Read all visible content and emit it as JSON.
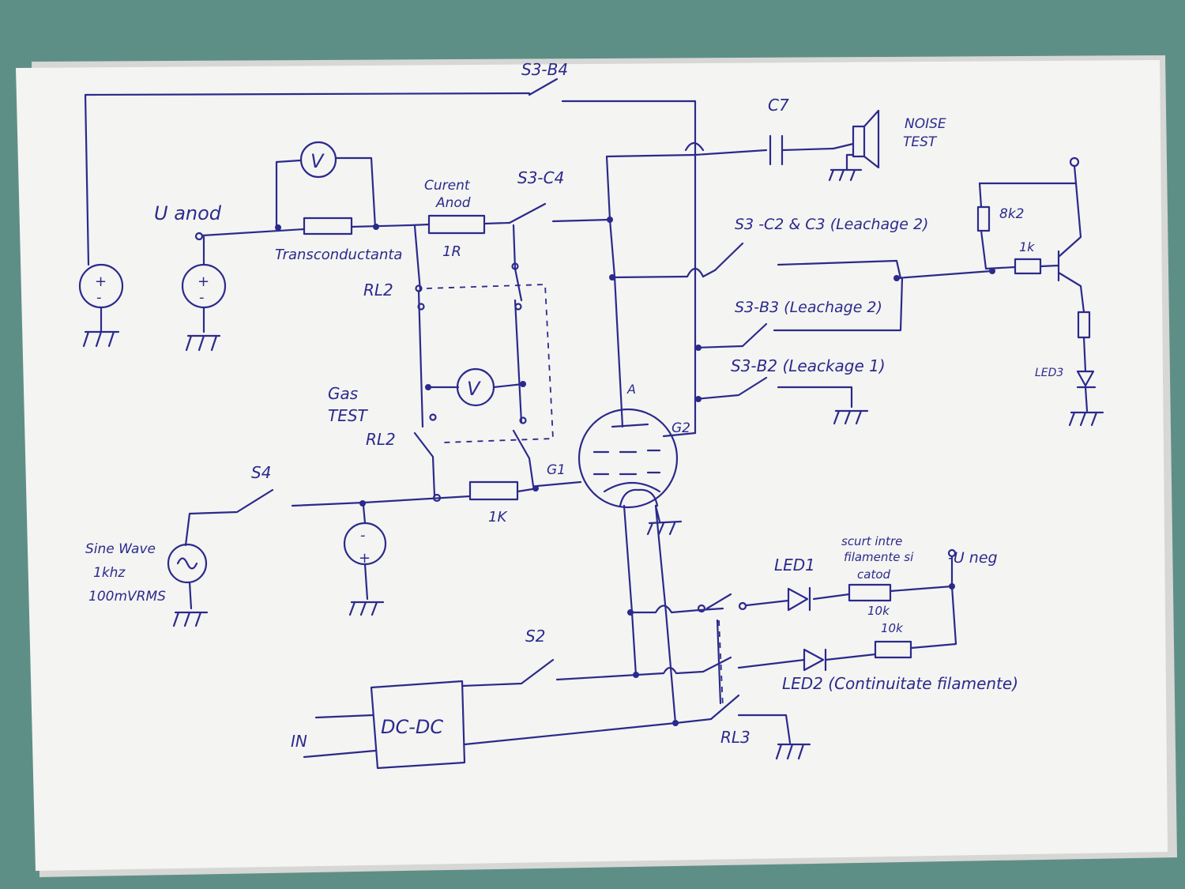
{
  "labels": {
    "s3_b4": "S3-B4",
    "c7": "C7",
    "noise_test": [
      "NOISE",
      "TEST"
    ],
    "u_anod": "U anod",
    "transconductanta": "Transconductanta",
    "curent_anod": [
      "Curent",
      "Anod"
    ],
    "r_1r": "1R",
    "s3_c4": "S3-C4",
    "s3_c2_c3": "S3 -C2 & C3 (Leachage 2)",
    "r_8k2": "8k2",
    "r_1k_top": "1k",
    "rl2_top": "RL2",
    "s3_b3": "S3-B3 (Leachage 2)",
    "s3_b2": "S3-B2  (Leackage 1)",
    "led3": "LED3",
    "gas_test": [
      "Gas",
      "TEST"
    ],
    "rl2_bottom": "RL2",
    "anode": "A",
    "g2": "G2",
    "g1": "G1",
    "s4": "S4",
    "r_1k_grid": "1K",
    "sine_wave": [
      "Sine Wave",
      "1khz",
      "100mVRMS"
    ],
    "led1_note": [
      "LED1",
      "scurt intre",
      "filamente si",
      "catod"
    ],
    "u_neg": "-U neg",
    "r_10k_a": "10k",
    "r_10k_b": "10k",
    "s2": "S2",
    "led2_note": "LED2 (Continuitate filamente)",
    "in": "IN",
    "dcdc": "DC-DC",
    "rl3": "RL3"
  }
}
